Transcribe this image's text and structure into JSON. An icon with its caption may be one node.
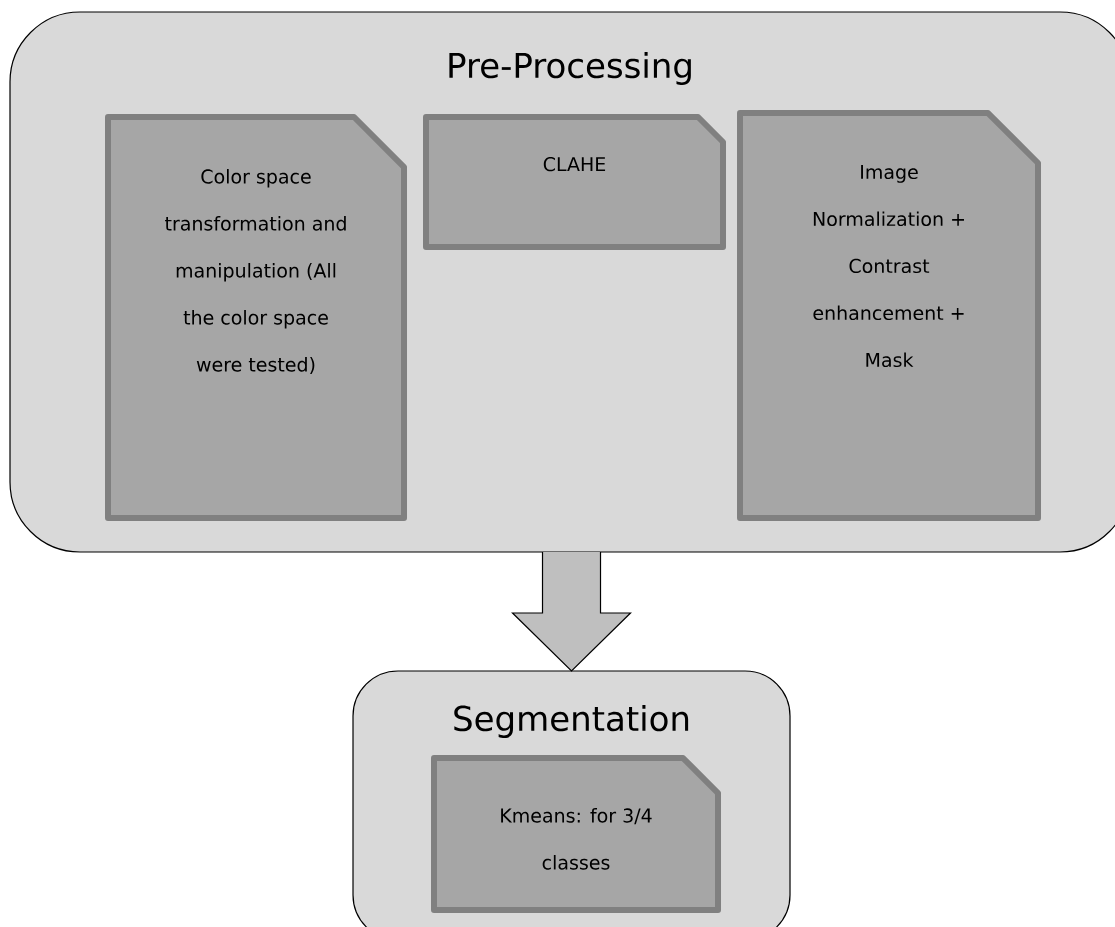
{
  "diagram": {
    "nodes": [
      {
        "text": [
          "Pre-Processing"
        ]
      },
      {
        "text": [
          "Color space transformation and manipulation (All the color space were tested)"
        ],
        "in": 0
      },
      {
        "text": [
          "CLAHE"
        ],
        "in": 0
      },
      {
        "text": [
          "Image Normalization + Contrast enhancement + Mask"
        ],
        "in": 0
      },
      {
        "text": [
          "Segmentation"
        ]
      },
      {
        "text": [
          "Kmeans: for 3/4 classes"
        ],
        "in": 4
      }
    ],
    "edges": [
      {
        "from": 0,
        "to": 4,
        "arrow": "to"
      }
    ]
  }
}
